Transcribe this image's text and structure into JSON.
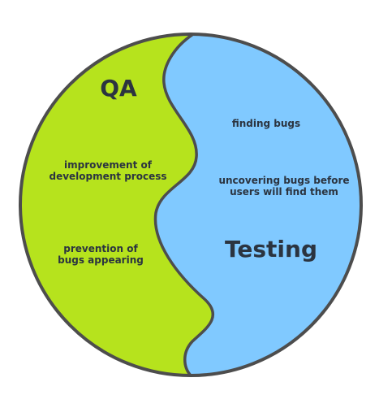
{
  "diagram": {
    "qa": {
      "title": "QA",
      "items": [
        "improvement of\ndevelopment process",
        "prevention of\nbugs appearing"
      ],
      "color": "#b6e31d"
    },
    "testing": {
      "title": "Testing",
      "items": [
        "finding bugs",
        "uncovering bugs before\nusers will find them"
      ],
      "color": "#80c9ff"
    },
    "outline_color": "#4d4d4d"
  }
}
